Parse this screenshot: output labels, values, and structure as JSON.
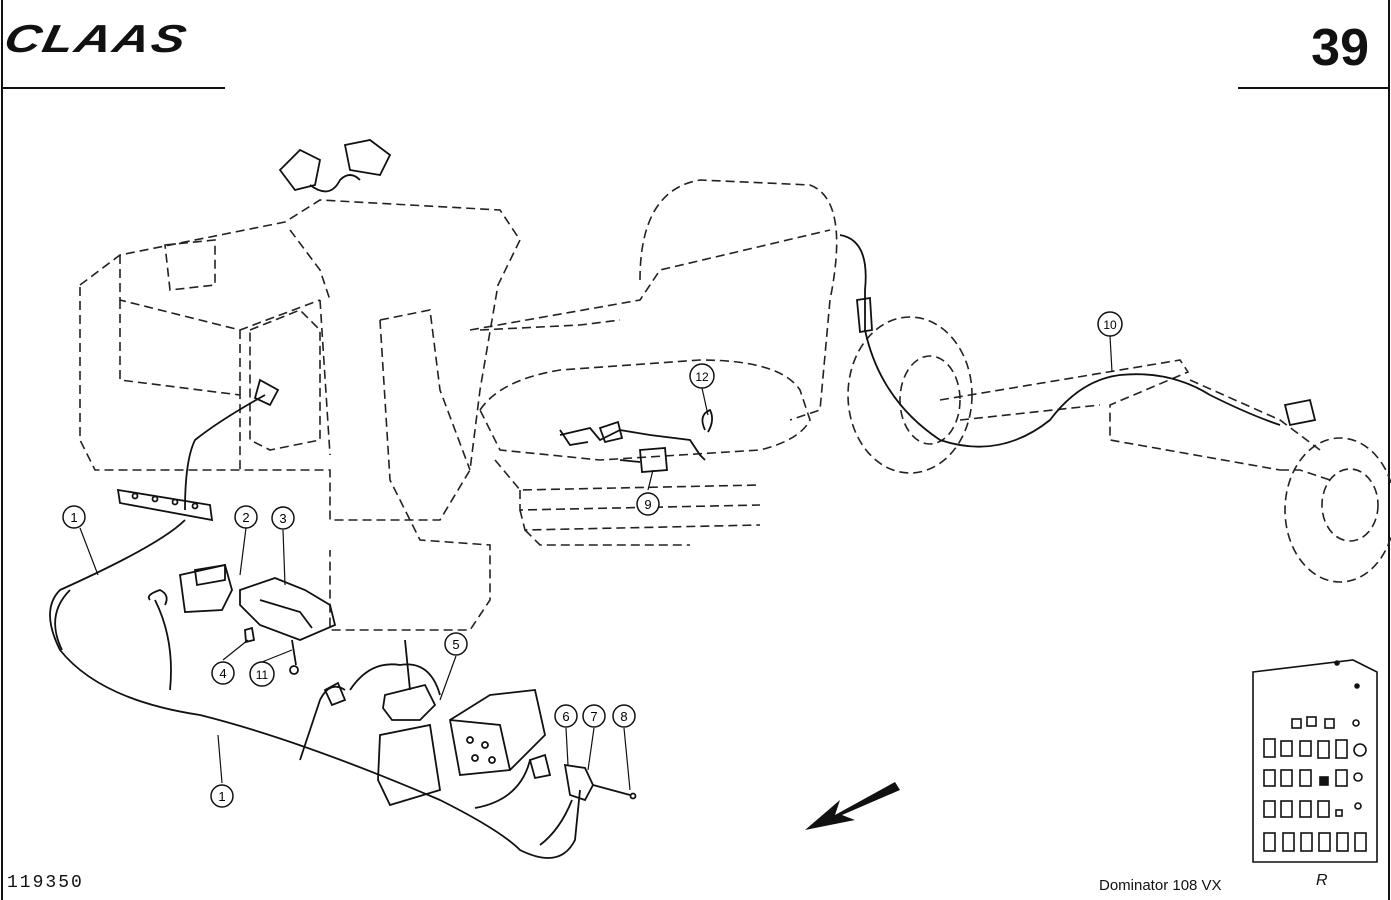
{
  "header": {
    "brand": "CLAAS",
    "page_number": "39"
  },
  "footer": {
    "drawing_number": "119350",
    "model": "Dominator 108 VX",
    "view_mark": "R"
  },
  "callouts": [
    "1",
    "2",
    "3",
    "4",
    "11",
    "1",
    "5",
    "6",
    "7",
    "8",
    "12",
    "9",
    "10"
  ],
  "colors": {
    "ink": "#111111",
    "paper": "#ffffff"
  }
}
